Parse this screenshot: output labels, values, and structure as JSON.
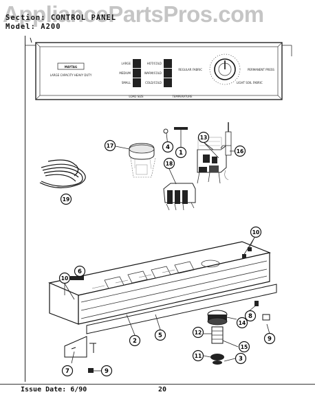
{
  "watermark": "AppliancePartsPros.com",
  "header": {
    "section_line": "Section: CONTROL PANEL",
    "model_line": "Model: A200"
  },
  "panel": {
    "brand": "MAYTAG",
    "cycle_labels_left": [
      "LARGE",
      "MEDIUM",
      "SMALL"
    ],
    "cycle_labels_right": [
      "HOT/COLD",
      "WARM/COLD",
      "COLD/COLD"
    ],
    "caption_left": "LOAD SIZE",
    "caption_right": "TEMPERATURE",
    "note_left": "LARGE CAPACITY HEAVY DUTY",
    "dial_left_label": "REGULAR FABRIC",
    "dial_right_label": "PERMANENT PRESS",
    "dial_bottom_label": "LIGHT SOIL FABRIC"
  },
  "callouts": [
    "17",
    "4",
    "1",
    "13",
    "16",
    "18",
    "19",
    "10",
    "6",
    "10",
    "2",
    "5",
    "8",
    "14",
    "12",
    "15",
    "9",
    "11",
    "3",
    "7",
    "9"
  ],
  "footer": {
    "issue": "Issue Date: 6/90",
    "page": "20"
  }
}
